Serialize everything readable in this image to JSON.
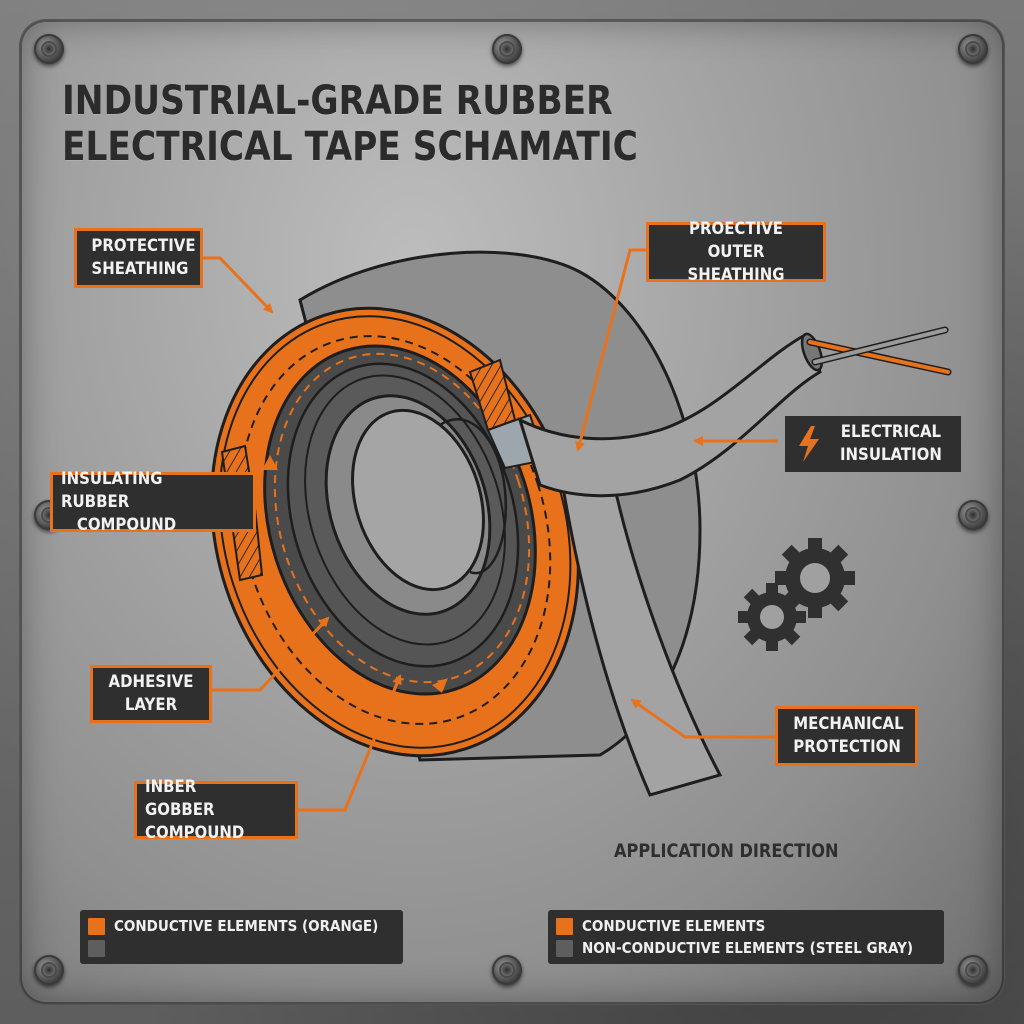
{
  "title": {
    "line1": "INDUSTRIAL-GRADE RUBBER",
    "line2": "ELECTRICAL TAPE SCHAMATIC"
  },
  "callouts": {
    "protective_sheathing": {
      "line1": "PROTECTIVE",
      "line2": "SHEATHING"
    },
    "protective_outer_sheathing": {
      "line1": "PROECTIVE OUTER",
      "line2": "SHEATHING"
    },
    "insulating_rubber_compound": {
      "line1": "INSULATING RUBBER",
      "line2": "COMPOUND"
    },
    "electrical_insulation": {
      "line1": "ELECTRICAL",
      "line2": "INSULATION",
      "icon": "lightning-bolt-icon"
    },
    "adhesive_layer": {
      "line1": "ADHESIVE",
      "line2": "LAYER"
    },
    "mechanical_protection": {
      "line1": "MECHANICAL",
      "line2": "PROTECTION"
    },
    "inber_gobber_compound": {
      "line1": "INBER GOBBER",
      "line2": "COMPOUND"
    }
  },
  "application_direction": "APPLICATION DIRECTION",
  "legend_left": {
    "items": [
      {
        "label": "CONDUCTIVE ELEMENTS (ORANGE)",
        "color": "#e8721c"
      },
      {
        "label": "",
        "color": "#5e5e5e"
      }
    ]
  },
  "legend_right": {
    "items": [
      {
        "label": "CONDUCTIVE ELEMENTS",
        "color": "#e8721c"
      },
      {
        "label": "NON-CONDUCTIVE ELEMENTS (STEEL GRAY)",
        "color": "#5e5e5e"
      }
    ]
  },
  "colors": {
    "accent_orange": "#e8721c",
    "label_bg": "#2f2f2f",
    "steel_gray": "#5e5e5e",
    "plate": "#a6a6a6",
    "outline": "#1e1e1e"
  },
  "icons": [
    "screw-icon",
    "lightning-bolt-icon",
    "gears-icon",
    "wire-icon"
  ]
}
